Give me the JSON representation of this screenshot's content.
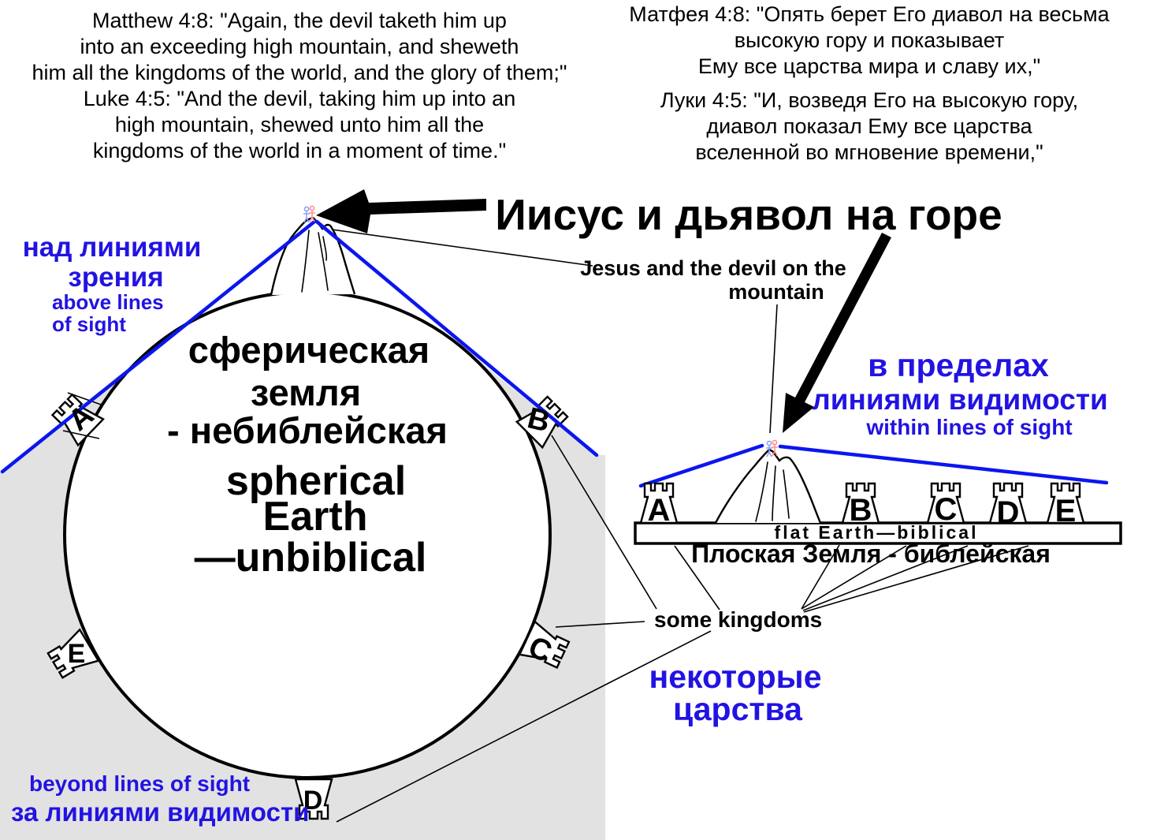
{
  "verses": {
    "english": {
      "matthew": "Matthew 4:8: \"Again, the devil taketh him up\ninto an exceeding high mountain, and sheweth\nhim all the kingdoms of the world, and the glory of them;\"",
      "luke": "Luke 4:5: \"And the devil, taking him up into an\nhigh mountain, shewed unto him all the\nkingdoms of the world in a moment of time.\""
    },
    "russian": {
      "matthew": "Матфея 4:8: \"Опять берет Его диавол на весьма\nвысокую гору и показывает\nЕму все царства мира и славу их,\"",
      "luke": "Луки 4:5: \"И, возведя Его на высокую гору,\nдиавол показал Ему все царства\nвселенной во мгновение времени,\""
    }
  },
  "title": {
    "ru": "Иисус и дьявол на горе",
    "en_line1": "Jesus and the devil on the",
    "en_line2": "mountain"
  },
  "spherical": {
    "above_ru1": "над линиями",
    "above_ru2": "зрения",
    "above_en1": "above lines",
    "above_en2": "of sight",
    "center_ru1": "сферическая",
    "center_ru2": "земля",
    "center_ru3": "- небиблейская",
    "center_en1": "spherical",
    "center_en2": "Earth",
    "center_en3": "—unbiblical",
    "beyond_en": "beyond lines of sight",
    "beyond_ru": "за линиями видимости",
    "towers": [
      "A",
      "B",
      "C",
      "D",
      "E"
    ]
  },
  "flat": {
    "within_ru1": "в пределах",
    "within_ru2": "линиями видимости",
    "within_en": "within lines of sight",
    "bar_label_en": "flat Earth—biblical",
    "bar_label_ru": "Плоская Земля - библейская",
    "kingdoms_en": "some kingdoms",
    "kingdoms_ru1": "некоторые",
    "kingdoms_ru2": "царства",
    "towers": [
      "A",
      "B",
      "C",
      "D",
      "E"
    ]
  },
  "colors": {
    "label_blue": "#2213e2",
    "sight_line_blue": "#0b16ee",
    "shade_gray": "#e2e2e2",
    "jesus_figure_pink": "#ff9090",
    "devil_figure_blue": "#8aa4ff"
  }
}
